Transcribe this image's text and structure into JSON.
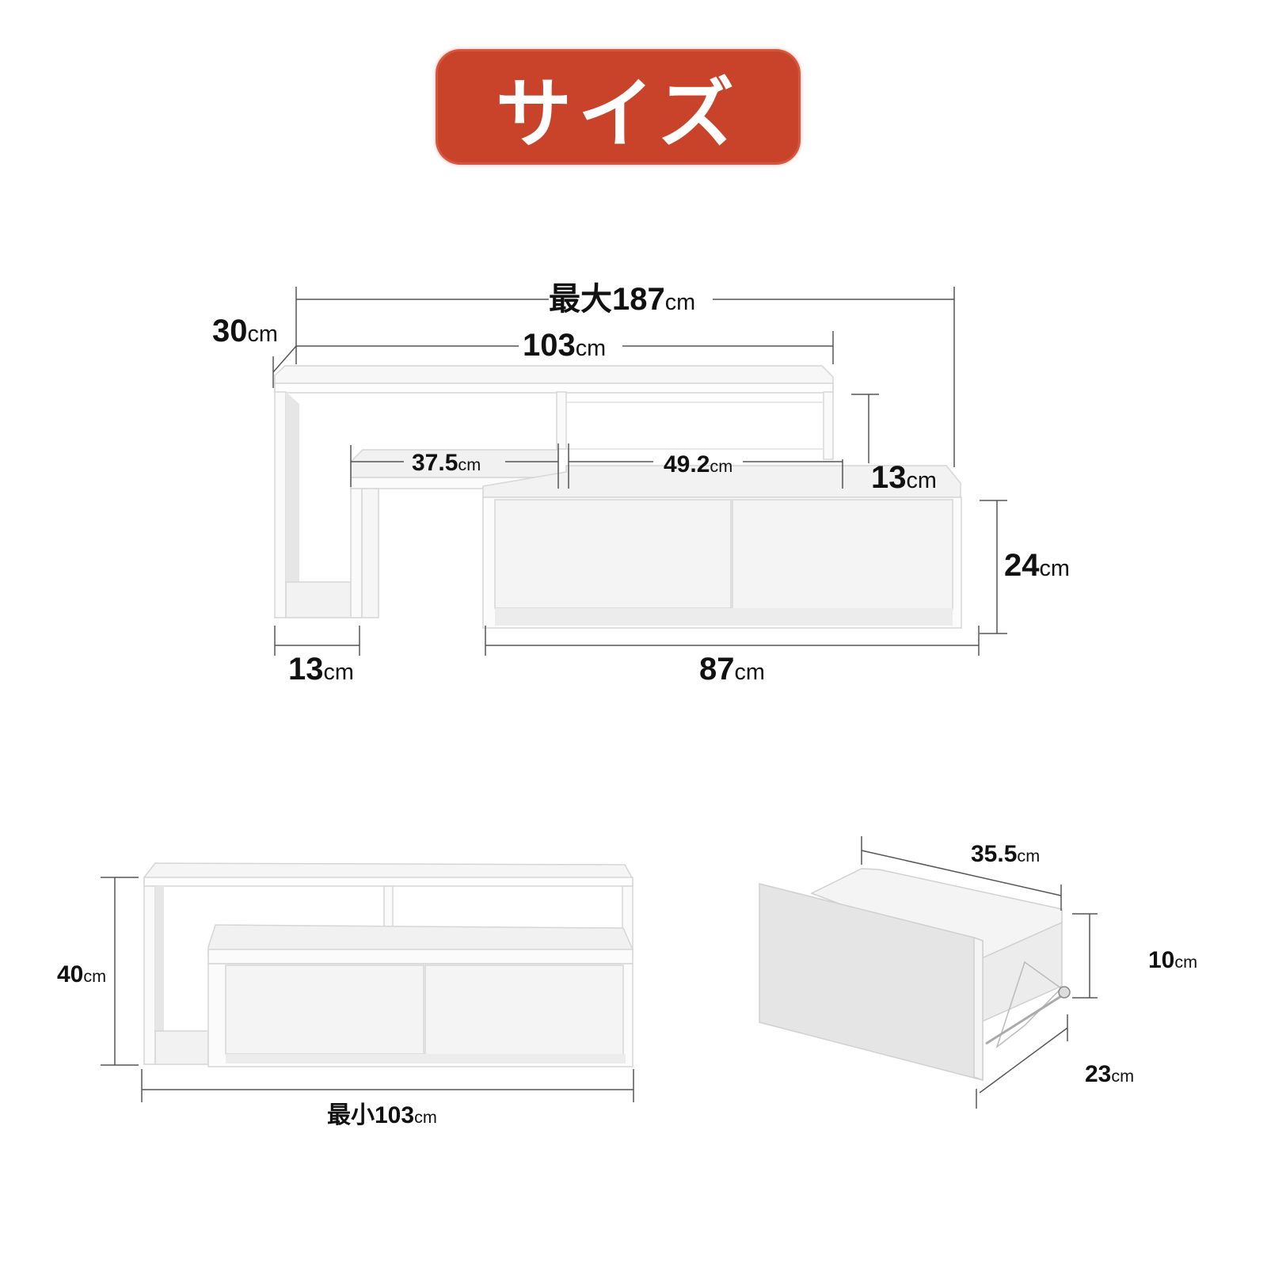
{
  "title": "サイズ",
  "colors": {
    "badge": "#c9432b",
    "panel": "#ffffff",
    "panel_edge": "#d8d8d8",
    "shadow": "#e6e6e6",
    "dim_line": "#555555",
    "text": "#111111"
  },
  "extended_view": {
    "max_width": {
      "value": "最大187",
      "unit": "cm"
    },
    "top_width": {
      "value": "103",
      "unit": "cm"
    },
    "depth": {
      "value": "30",
      "unit": "cm"
    },
    "left_shelf": {
      "value": "37.5",
      "unit": "cm"
    },
    "right_shelf": {
      "value": "49.2",
      "unit": "cm"
    },
    "shelf_height": {
      "value": "13",
      "unit": "cm"
    },
    "cabinet_height": {
      "value": "24",
      "unit": "cm"
    },
    "left_leg_width": {
      "value": "13",
      "unit": "cm"
    },
    "cabinet_width": {
      "value": "87",
      "unit": "cm"
    }
  },
  "collapsed_view": {
    "height": {
      "value": "40",
      "unit": "cm"
    },
    "min_width": {
      "value": "最小103",
      "unit": "cm"
    }
  },
  "drawer_view": {
    "width": {
      "value": "35.5",
      "unit": "cm"
    },
    "height": {
      "value": "10",
      "unit": "cm"
    },
    "depth": {
      "value": "23",
      "unit": "cm"
    }
  }
}
